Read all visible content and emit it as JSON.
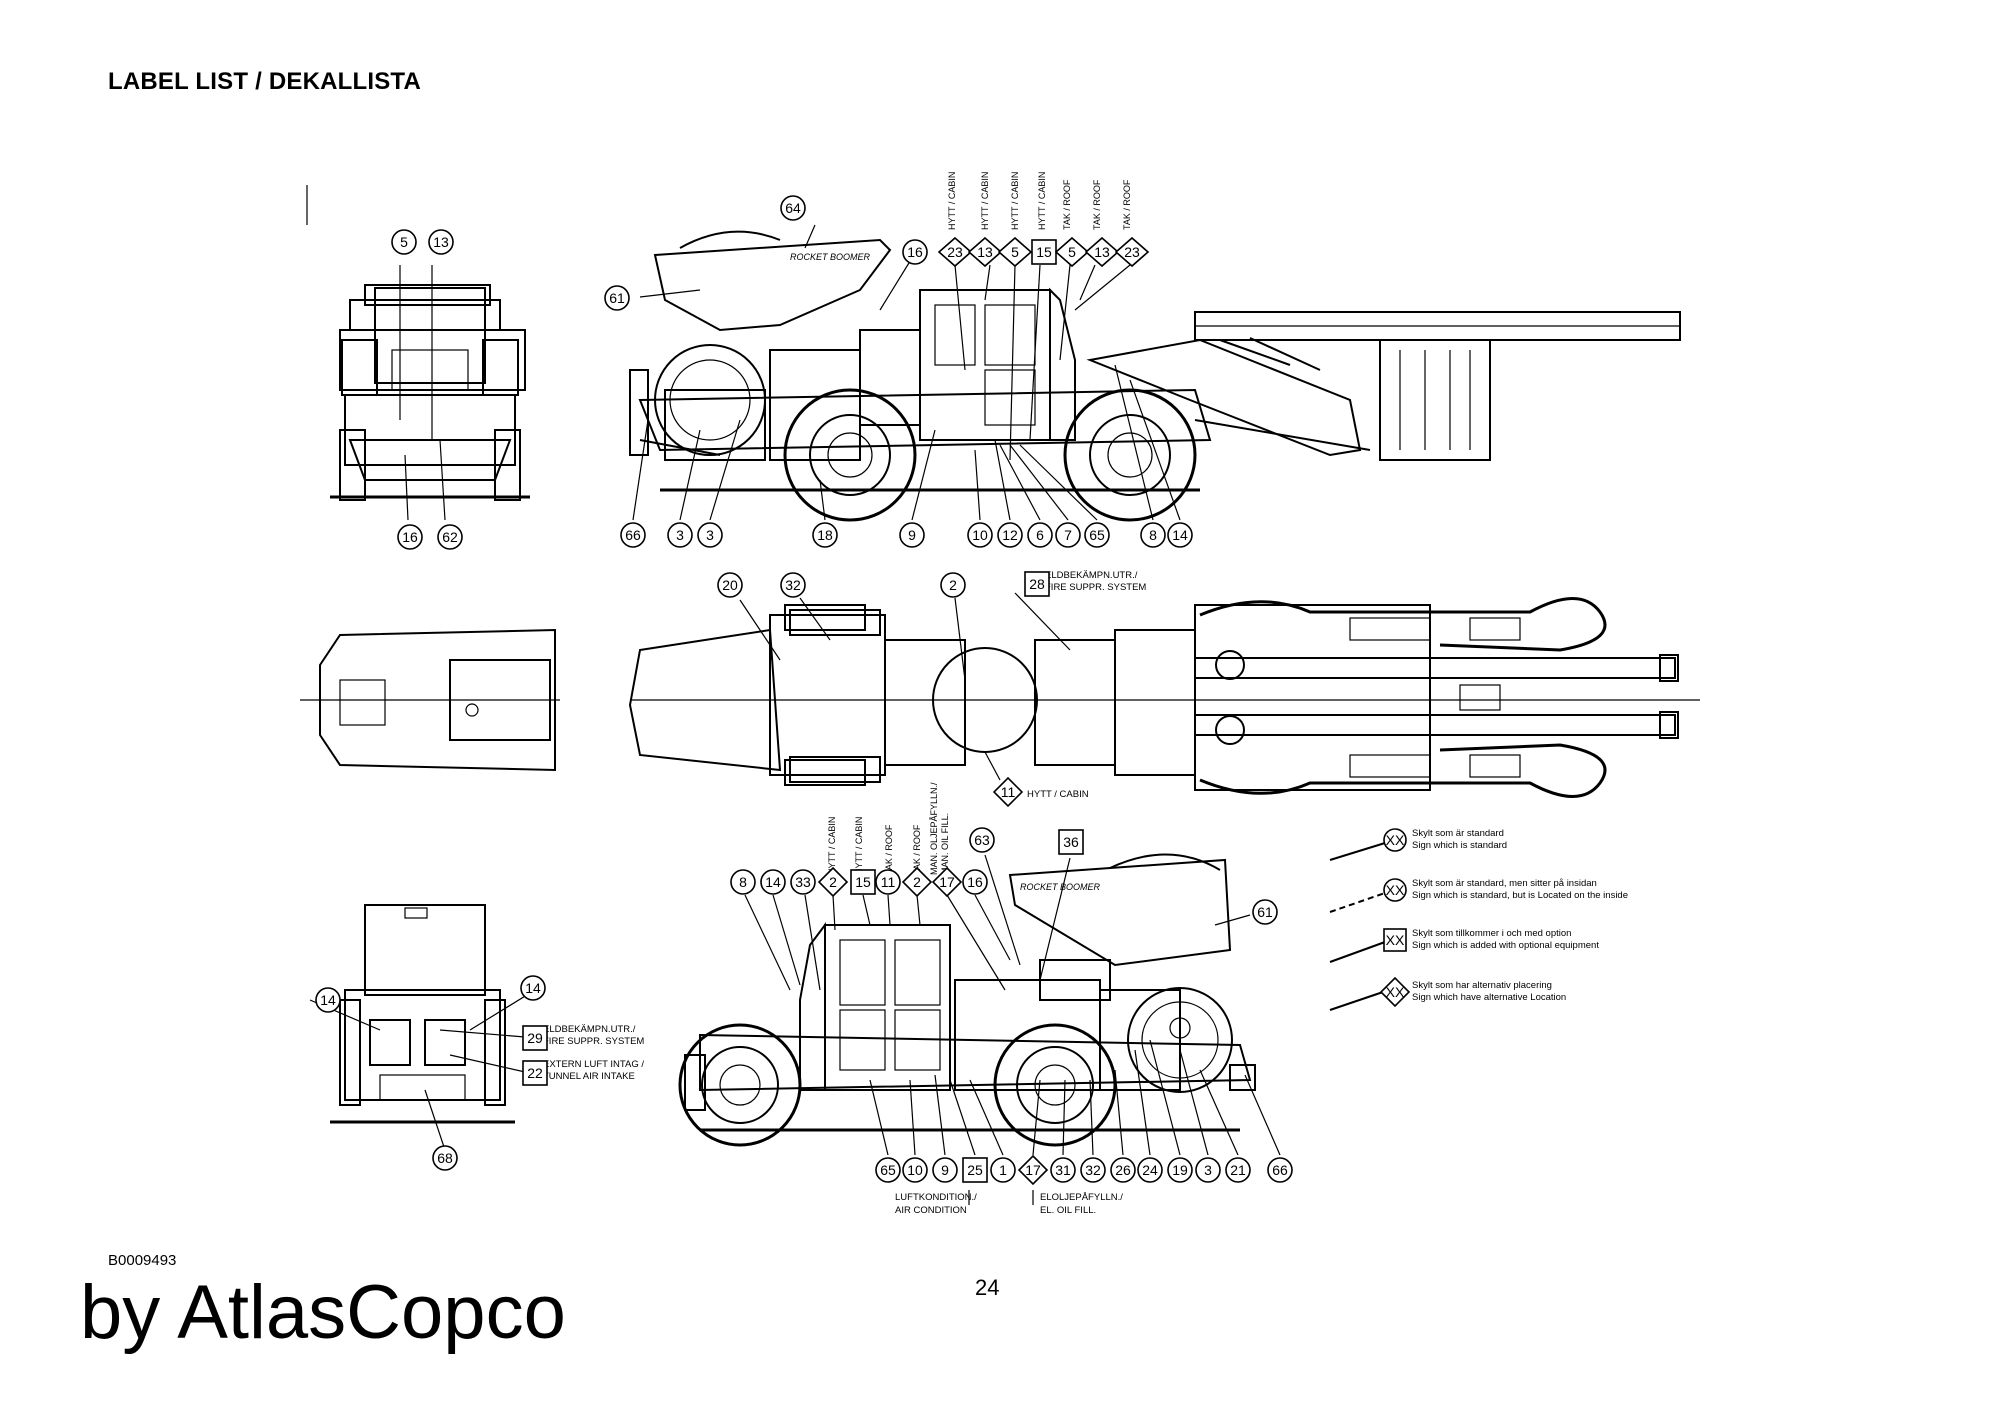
{
  "header": {
    "title": "LABEL LIST / DEKALLISTA"
  },
  "footer": {
    "doc_code": "B0009493",
    "page_number": "24",
    "brand": "by AtlasCopco"
  },
  "side_view_1": {
    "top_labels": [
      "HYTT / CABIN",
      "HYTT / CABIN",
      "HYTT / CABIN",
      "HYTT / CABIN",
      "TAK / ROOF",
      "TAK / ROOF",
      "TAK / ROOF"
    ],
    "boom_text": "ROCKET BOOMER"
  },
  "top_view": {
    "box_28_note_1": "ELDBEKÄMPN.UTR./",
    "box_28_note_2": "FIRE SUPPR. SYSTEM",
    "cabin_note": "HYTT / CABIN"
  },
  "side_view_2": {
    "top_labels": [
      "HYTT / CABIN",
      "HYTT / CABIN",
      "TAK / ROOF",
      "TAK / ROOF",
      "MAN. OLJEPÅFYLLN./",
      "MAN. OIL FILL."
    ],
    "boom_text": "ROCKET BOOMER",
    "air_note_1": "LUFTKONDITION./",
    "air_note_2": "AIR CONDITION",
    "oil_note_1": "ELOLJEPÅFYLLN./",
    "oil_note_2": "EL. OIL FILL."
  },
  "rear_view": {
    "box_29_note_1": "ELDBEKÄMPN.UTR./",
    "box_29_note_2": "FIRE SUPPR. SYSTEM",
    "box_22_note_1": "EXTERN LUFT INTAG /",
    "box_22_note_2": "TUNNEL AIR INTAKE"
  },
  "legend": [
    {
      "symbol": "XX",
      "shape": "circle",
      "sv": "Skylt som är standard",
      "en": "Sign which is standard"
    },
    {
      "symbol": "XX",
      "shape": "circle-dashed",
      "sv": "Skylt som är standard, men sitter på insidan",
      "en": "Sign which is standard, but is Located on the inside"
    },
    {
      "symbol": "XX",
      "shape": "square",
      "sv": "Skylt som tillkommer i och med option",
      "en": "Sign which is added with optional equipment"
    },
    {
      "symbol": "XX",
      "shape": "diamond",
      "sv": "Skylt som har alternativ placering",
      "en": "Sign which have alternative Location"
    }
  ],
  "callouts": {
    "c5": "5",
    "c13": "13",
    "c16": "16",
    "c62": "62",
    "c64": "64",
    "c61": "61",
    "c23": "23",
    "c15": "15",
    "c66": "66",
    "c3": "3",
    "c18": "18",
    "c9": "9",
    "c10": "10",
    "c12": "12",
    "c6": "6",
    "c7": "7",
    "c65": "65",
    "c8": "8",
    "c14": "14",
    "c20": "20",
    "c32": "32",
    "c2": "2",
    "c28": "28",
    "c11": "11",
    "c63": "63",
    "c36": "36",
    "c33": "33",
    "c17": "17",
    "c29": "29",
    "c22": "22",
    "c68": "68",
    "c25": "25",
    "c1": "1",
    "c31": "31",
    "c26": "26",
    "c24": "24",
    "c19": "19",
    "c21": "21"
  }
}
